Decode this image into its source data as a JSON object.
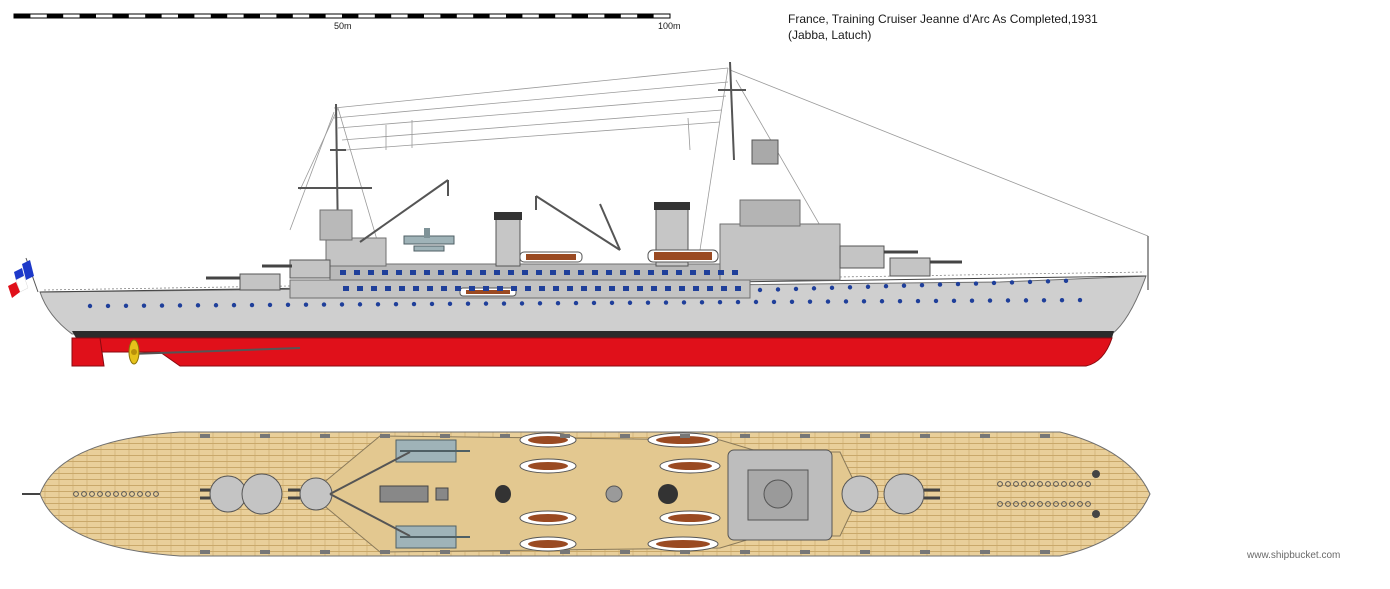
{
  "title": "France, Training Cruiser Jeanne d'Arc As Completed,1931",
  "authors": "(Jabba, Latuch)",
  "scale_bar": {
    "label_50": "50m",
    "label_100": "100m"
  },
  "watermark": "www.shipbucket.com",
  "colors": {
    "hull_grey": "#cfcfcf",
    "superstructure_grey": "#b9b9b9",
    "dark_grey": "#7f7f7f",
    "boot_black": "#2b2b2b",
    "antifouling_red": "#e0101a",
    "deck_wood": "#e9cf9a",
    "porthole_blue": "#1f3f9a",
    "boat_brown": "#9a4a22",
    "flag_blue": "#1d39c9",
    "flag_red": "#e0101a",
    "propeller_yellow": "#e6c21a"
  }
}
